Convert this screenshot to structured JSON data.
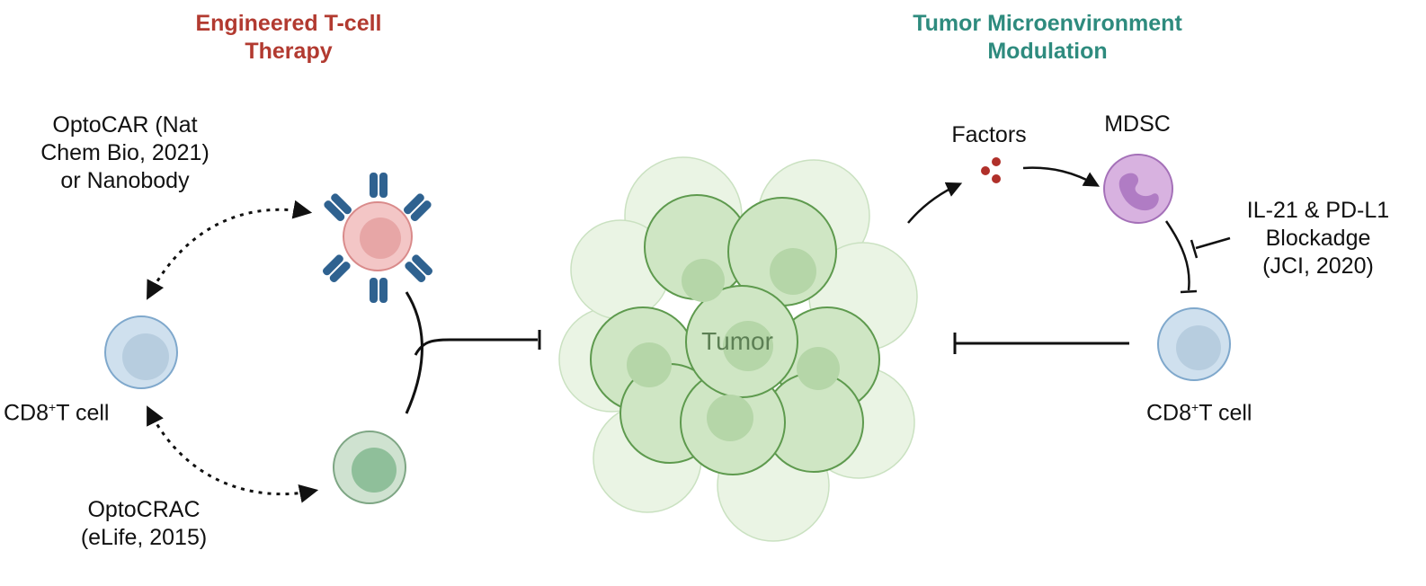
{
  "headers": {
    "left": "Engineered T-cell\nTherapy",
    "right": "Tumor Microenvironment\nModulation"
  },
  "colors": {
    "left_header": "#b23a30",
    "right_header": "#2e8b7e",
    "tumor_fill": "#cfe6c4",
    "tumor_stroke": "#5e9a4e",
    "tcell_fill": "#cfe0ee",
    "tcell_stroke": "#7fa8cc",
    "car_fill": "#f3c6c6",
    "car_stroke": "#d98a8a",
    "antibody": "#2f6290",
    "crac_fill": "#cfe2d0",
    "crac_stroke": "#7ea684",
    "mdsc_fill": "#d8b2e0",
    "mdsc_stroke": "#a470b8",
    "factor": "#b0302a"
  },
  "labels": {
    "optocar": "OptoCAR (Nat\nChem Bio, 2021)\nor Nanobody",
    "optocrac": "OptoCRAC\n(eLife, 2015)",
    "cd8_left_prefix": "CD8",
    "cd8_left_sup": "+",
    "cd8_left_suffix": "T cell",
    "cd8_right_prefix": "CD8",
    "cd8_right_sup": "+",
    "cd8_right_suffix": "T cell",
    "factors": "Factors",
    "mdsc": "MDSC",
    "il21": "IL-21 & PD-L1\nBlockadge\n(JCI, 2020)",
    "tumor": "Tumor"
  },
  "icons": {
    "cd8_left": "t-cell-icon",
    "car_t": "car-t-cell-icon",
    "crac_t": "engineered-t-cell-icon",
    "tumor": "tumor-mass-icon",
    "factors": "factor-particles-icon",
    "mdsc": "mdsc-cell-icon",
    "cd8_right": "t-cell-icon"
  }
}
